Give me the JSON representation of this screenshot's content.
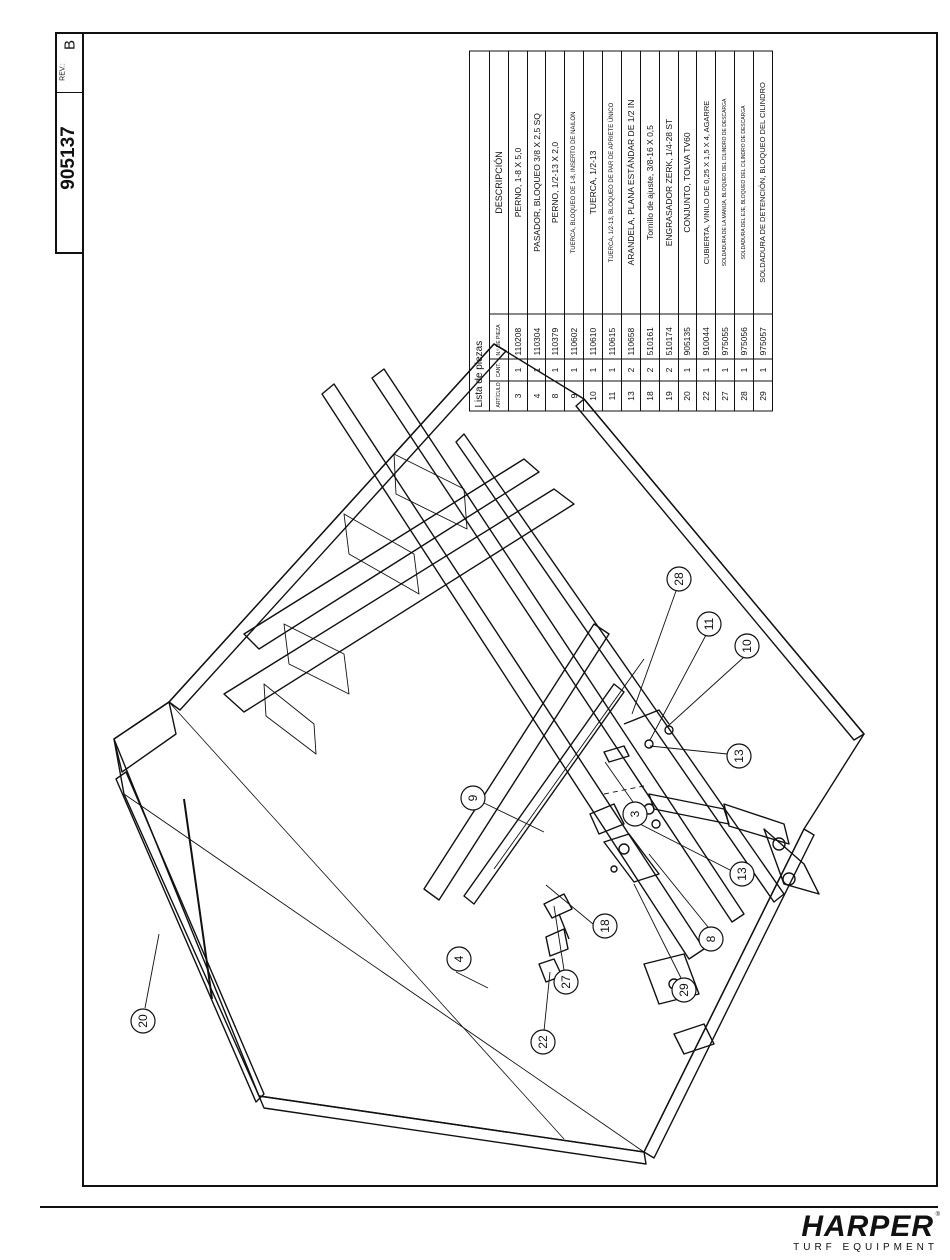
{
  "title_block": {
    "drawing_number": "905137",
    "rev_label": "REV.:",
    "rev_value": "B"
  },
  "parts_list": {
    "title": "Lista de piezas",
    "headers": {
      "item": "ARTÍCULO",
      "qty": "CANT.",
      "part_no": "N.º DE PIEZA",
      "description": "DESCRIPCIÓN"
    },
    "rows": [
      {
        "item": "3",
        "qty": "1",
        "part_no": "110208",
        "description": "PERNO, 1-8 X 5,0"
      },
      {
        "item": "4",
        "qty": "1",
        "part_no": "110304",
        "description": "PASADOR, BLOQUEO 3/8 X 2,5 SQ"
      },
      {
        "item": "8",
        "qty": "1",
        "part_no": "110379",
        "description": "PERNO, 1/2-13 X 2,0"
      },
      {
        "item": "9",
        "qty": "1",
        "part_no": "110602",
        "description": "TUERCA, BLOQUEO DE 1-8, INSERTO DE NAILON"
      },
      {
        "item": "10",
        "qty": "1",
        "part_no": "110610",
        "description": "TUERCA, 1/2-13"
      },
      {
        "item": "11",
        "qty": "1",
        "part_no": "110615",
        "description": "TUERCA, 1/2-13, BLOQUEO DE PAR DE APRIETE ÚNICO"
      },
      {
        "item": "13",
        "qty": "2",
        "part_no": "110658",
        "description": "ARANDELA, PLANA ESTÁNDAR DE 1/2 IN"
      },
      {
        "item": "18",
        "qty": "2",
        "part_no": "510161",
        "description": "Tornillo de ajuste, 3/8-16 X 0,5"
      },
      {
        "item": "19",
        "qty": "2",
        "part_no": "510174",
        "description": "ENGRASADOR ZERK, 1/4-28 ST"
      },
      {
        "item": "20",
        "qty": "1",
        "part_no": "905135",
        "description": "CONJUNTO, TOLVA TV60"
      },
      {
        "item": "22",
        "qty": "1",
        "part_no": "910044",
        "description": "CUBIERTA, VINILO DE 0,25 X 1,5 X 4, AGARRE"
      },
      {
        "item": "27",
        "qty": "1",
        "part_no": "975055",
        "description": "SOLDADURA DE LA MANIJA, BLOQUEO DEL CILINDRO DE DESCARGA"
      },
      {
        "item": "28",
        "qty": "1",
        "part_no": "975056",
        "description": "SOLDADURA DEL EJE, BLOQUEO DEL CILINDRO DE DESCARGA"
      },
      {
        "item": "29",
        "qty": "1",
        "part_no": "975057",
        "description": "SOLDADURA DE DETENCIÓN, BLOQUEO DEL CILINDRO"
      }
    ]
  },
  "balloons": [
    "28",
    "11",
    "10",
    "13",
    "3",
    "9",
    "13",
    "8",
    "18",
    "29",
    "27",
    "22",
    "4",
    "20"
  ],
  "logo": {
    "name": "HARPER",
    "mark": "®",
    "tagline": "TURF EQUIPMENT"
  }
}
